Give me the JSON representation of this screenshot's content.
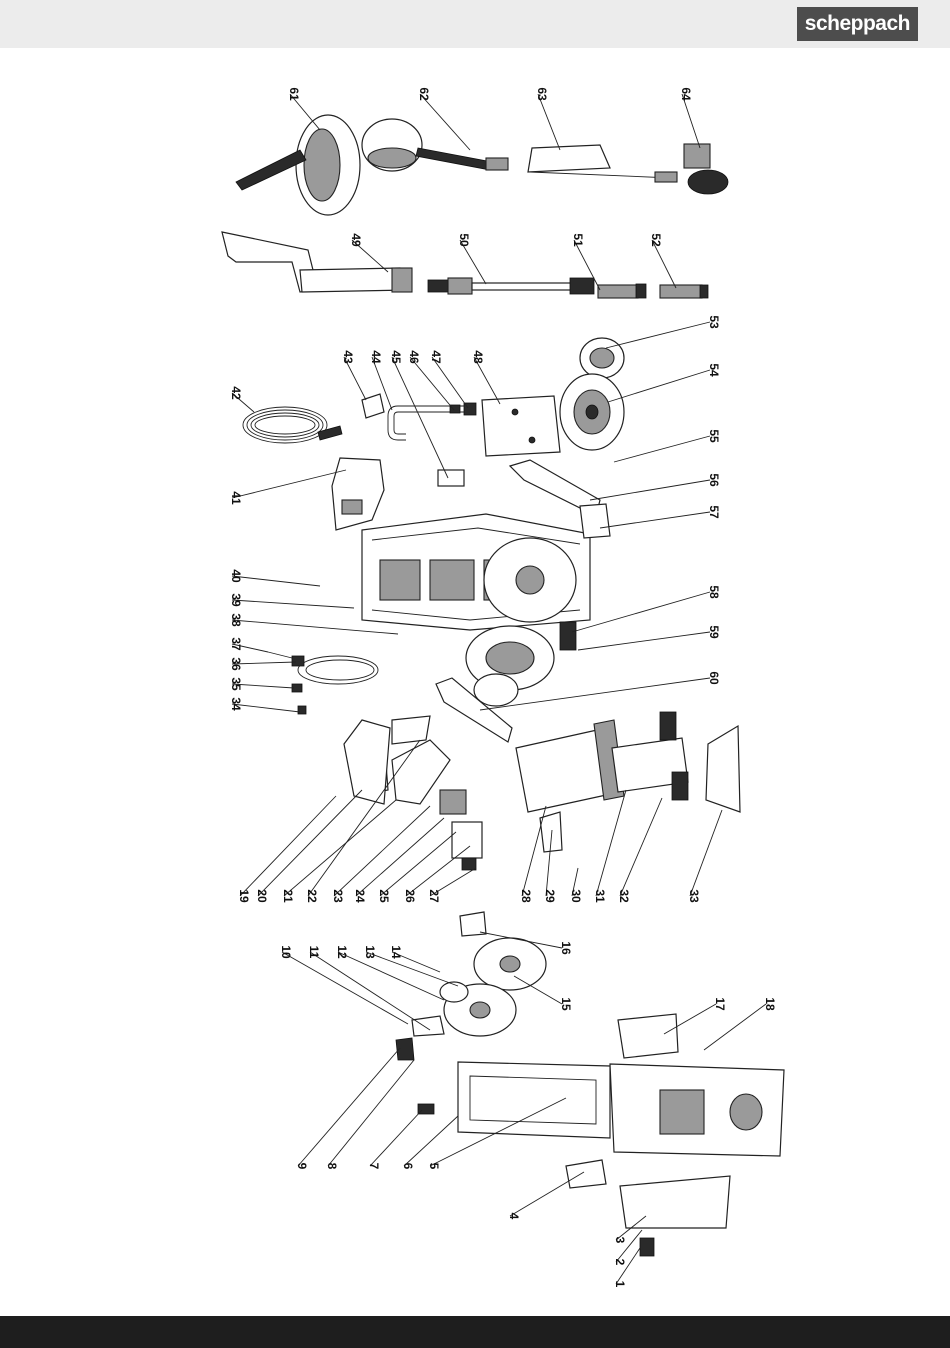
{
  "brand": {
    "logo_text": "scheppach"
  },
  "diagram": {
    "type": "exploded-parts-view",
    "part_numbers": [
      "1",
      "2",
      "3",
      "4",
      "5",
      "6",
      "7",
      "8",
      "9",
      "10",
      "11",
      "12",
      "13",
      "14",
      "15",
      "16",
      "17",
      "18",
      "19",
      "20",
      "21",
      "22",
      "23",
      "24",
      "25",
      "26",
      "27",
      "28",
      "29",
      "30",
      "31",
      "32",
      "33",
      "34",
      "35",
      "36",
      "37",
      "38",
      "39",
      "40",
      "41",
      "42",
      "43",
      "44",
      "45",
      "46",
      "47",
      "48",
      "49",
      "50",
      "51",
      "52",
      "53",
      "54",
      "55",
      "56",
      "57",
      "58",
      "59",
      "60",
      "61",
      "62",
      "63",
      "64"
    ]
  },
  "colors": {
    "header_bg": "#ececec",
    "footer_bg": "#1e1e1e",
    "logo_bg": "#4d4d4d"
  }
}
